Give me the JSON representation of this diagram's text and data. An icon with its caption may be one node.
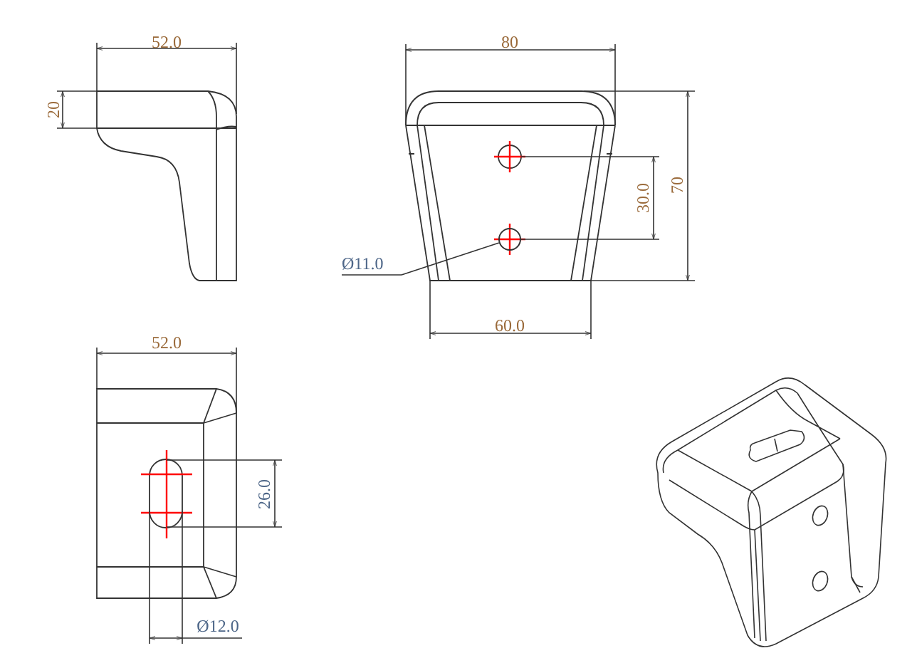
{
  "diagram": {
    "nodes": [
      {
        "text": [
          "Ø11.0"
        ]
      },
      {
        "text": [],
        "shape": "circle"
      }
    ],
    "edges": [
      {
        "from": 0,
        "to": 1,
        "arrow": "none"
      }
    ],
    "labels": [
      "52.0",
      "20",
      "80",
      "70",
      "30.0",
      "60.0",
      "52.0",
      "26.0",
      "Ø12.0"
    ]
  }
}
